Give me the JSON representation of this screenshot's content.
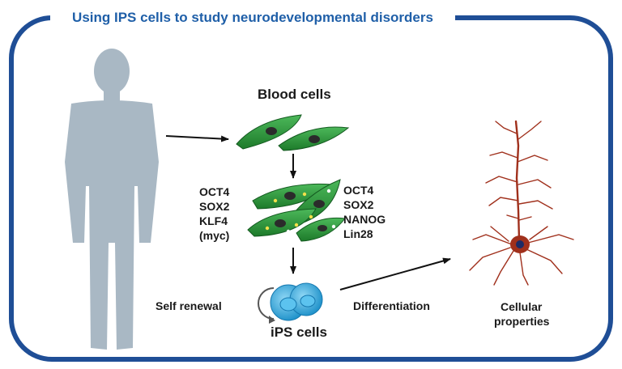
{
  "title": "Using IPS cells to study neurodevelopmental disorders",
  "nodes": {
    "blood_cells": "Blood cells",
    "ips_cells": "iPS cells",
    "cellular_properties": [
      "Cellular",
      "properties"
    ]
  },
  "factors_left": [
    "OCT4",
    "SOX2",
    "KLF4",
    "(myc)"
  ],
  "factors_right": [
    "OCT4",
    "SOX2",
    "NANOG",
    "Lin28"
  ],
  "edges": {
    "self_renewal": "Self renewal",
    "differentiation": "Differentiation"
  },
  "colors": {
    "frame": "#1f4e96",
    "title": "#1f5fa8",
    "human": "#a9b8c4",
    "blood_cell": "#2e9a3c",
    "blood_cell_dark": "#1d6e28",
    "ips_cell": "#2aa3d8",
    "neuron": "#a0301c",
    "text": "#1a1a1a"
  }
}
